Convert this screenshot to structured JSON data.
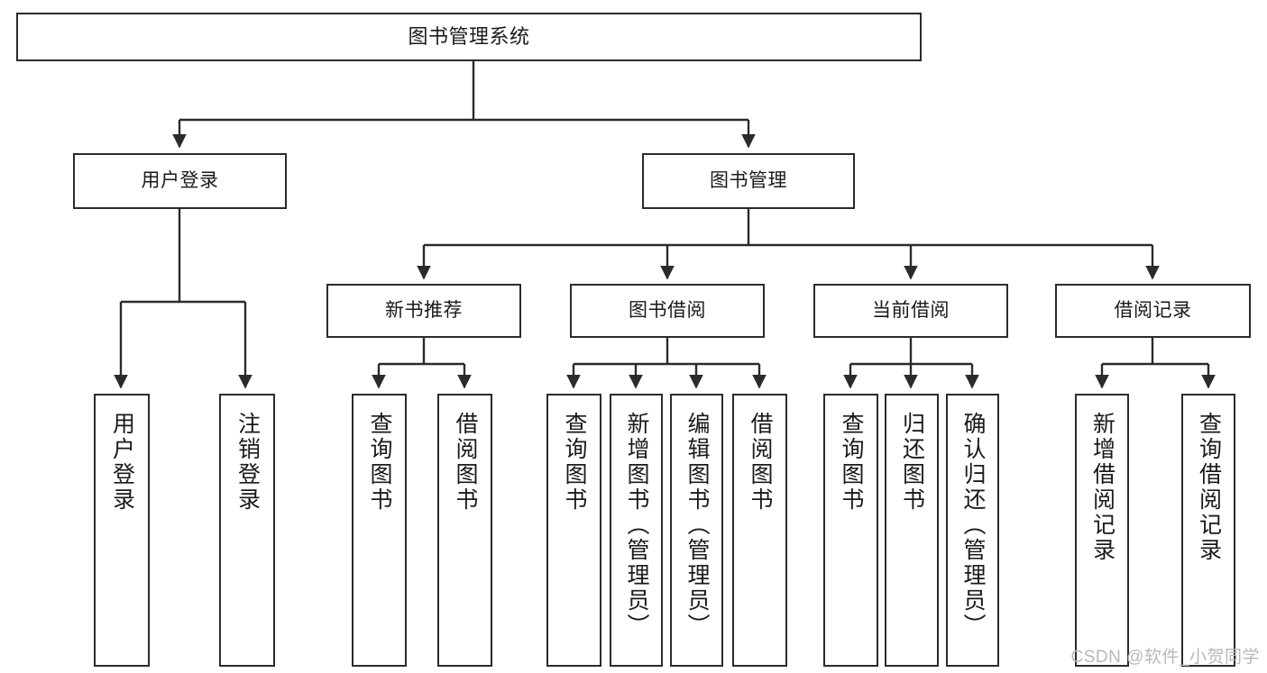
{
  "diagram": {
    "title": "图书管理系统",
    "type": "tree-hierarchy-diagram",
    "colors": {
      "box_border": "#2b2b2b",
      "box_fill": "#ffffff",
      "edge": "#2b2b2b",
      "background": "#ffffff",
      "watermark": "#b8b8b8"
    },
    "nodes": {
      "root": {
        "label": "图书管理系统"
      },
      "level2": [
        {
          "id": "user-login",
          "label": "用户登录"
        },
        {
          "id": "book-management",
          "label": "图书管理"
        }
      ],
      "level3": [
        {
          "id": "new-book-recommend",
          "label": "新书推荐"
        },
        {
          "id": "book-borrow",
          "label": "图书借阅"
        },
        {
          "id": "current-borrow",
          "label": "当前借阅"
        },
        {
          "id": "borrow-record",
          "label": "借阅记录"
        }
      ],
      "leaves": {
        "user_login": [
          {
            "id": "leaf-user-login",
            "label": "用户登录"
          },
          {
            "id": "leaf-logout-login",
            "label": "注销登录"
          }
        ],
        "new_book_recommend": [
          {
            "id": "leaf-query-book-1",
            "label": "查询图书"
          },
          {
            "id": "leaf-borrow-book-1",
            "label": "借阅图书"
          }
        ],
        "book_borrow": [
          {
            "id": "leaf-query-book-2",
            "label": "查询图书"
          },
          {
            "id": "leaf-add-book-admin",
            "label": "新增图书（管理员）"
          },
          {
            "id": "leaf-edit-book-admin",
            "label": "编辑图书（管理员）"
          },
          {
            "id": "leaf-borrow-book-2",
            "label": "借阅图书"
          }
        ],
        "current_borrow": [
          {
            "id": "leaf-query-book-3",
            "label": "查询图书"
          },
          {
            "id": "leaf-return-book",
            "label": "归还图书"
          },
          {
            "id": "leaf-confirm-return-admin",
            "label": "确认归还（管理员）"
          }
        ],
        "borrow_record": [
          {
            "id": "leaf-add-borrow-record",
            "label": "新增借阅记录"
          },
          {
            "id": "leaf-query-borrow-record",
            "label": "查询借阅记录"
          }
        ]
      }
    },
    "watermark": "CSDN @软件_小贺同学"
  }
}
